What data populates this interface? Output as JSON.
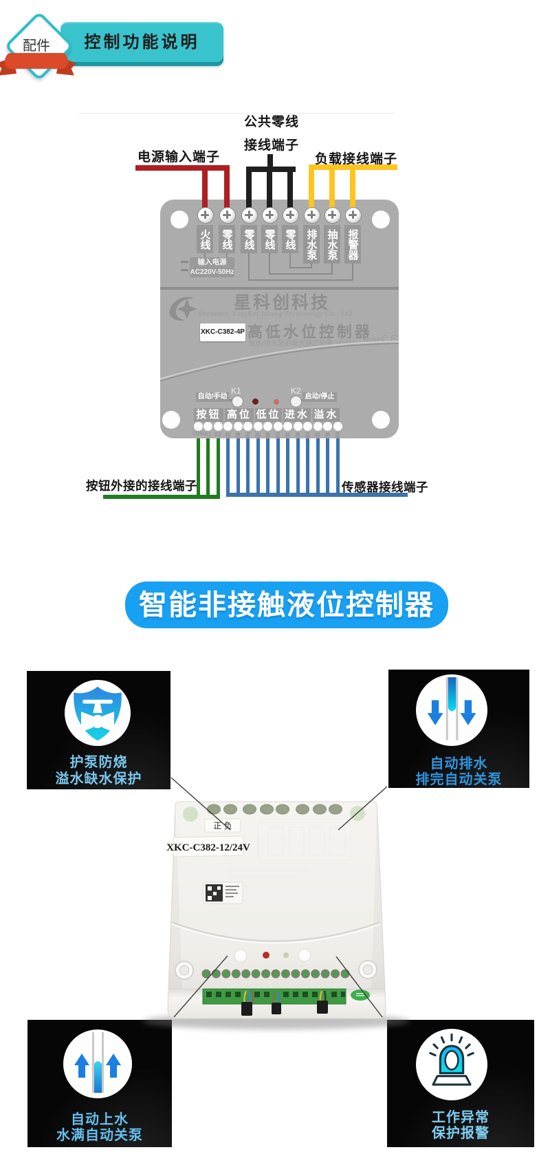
{
  "header": {
    "badge": "配件",
    "title": "控制功能说明"
  },
  "wiring": {
    "labels": {
      "power_input": "电源输入端子",
      "common_neutral_line1": "公共零线",
      "common_neutral_line2": "接线端子",
      "load": "负载接线端子",
      "button_external": "按钮外接的接线端子",
      "sensor": "传感器接线端子"
    },
    "top_terminals": [
      {
        "label": "火线",
        "wire": "red"
      },
      {
        "label": "零线",
        "wire": "red"
      },
      {
        "label": "零线",
        "wire": "black"
      },
      {
        "label": "零线",
        "wire": "black"
      },
      {
        "label": "零线",
        "wire": "black"
      },
      {
        "label": "排水泵",
        "wire": "yellow"
      },
      {
        "label": "抽水泵",
        "wire": "yellow"
      },
      {
        "label": "报警器",
        "wire": "yellow"
      }
    ],
    "power_box": {
      "line1": "输入电源",
      "line2": "AC220V-50Hz"
    },
    "brand": {
      "cn": "星科创科技",
      "en": "Shenzhen XingKeChuang Technology Co., Ltd",
      "model": "XKC-C382-4P",
      "product": "高低水位控制器",
      "spec": "抽水/排水泵的最大额定功率 1600W",
      "rohs": "RoHS",
      "ce": "CE"
    },
    "controls": {
      "auto_manual": "自动/手动",
      "k1": "K1",
      "k2": "K2",
      "start_stop": "启动/停止"
    },
    "groups": [
      "按钮",
      "高位",
      "低位",
      "进水",
      "溢水"
    ],
    "pins": [
      "COM",
      "K1",
      "K2",
      "棕",
      "黄",
      "蓝",
      "棕",
      "黄",
      "蓝",
      "棕",
      "黄",
      "蓝",
      "棕",
      "黄",
      "蓝"
    ],
    "wire_colors": {
      "red": "#ae1f21",
      "black": "#1f1f1f",
      "yellow": "#fcc51f",
      "green": "#217c21",
      "blue": "#3b73ab"
    }
  },
  "banner": {
    "title": "智能非接触液位控制器",
    "color": "#18a0f2"
  },
  "features": [
    {
      "line1": "护泵防烧",
      "line2": "溢水缺水保护",
      "icon": "valve-shield-icon",
      "text_color": "#79c7ef"
    },
    {
      "line1": "自动排水",
      "line2": "排完自动关泵",
      "icon": "drain-arrows-icon",
      "text_color": "#2e96e0"
    },
    {
      "line1": "自动上水",
      "line2": "水满自动关泵",
      "icon": "fill-arrows-icon",
      "text_color": "#66bfee"
    },
    {
      "line1": "工作异常",
      "line2": "保护报警",
      "icon": "alarm-icon",
      "text_color": "#7fcdf0"
    }
  ],
  "product": {
    "polarity": "正 负",
    "model": "XKC-C382-12/24V"
  }
}
